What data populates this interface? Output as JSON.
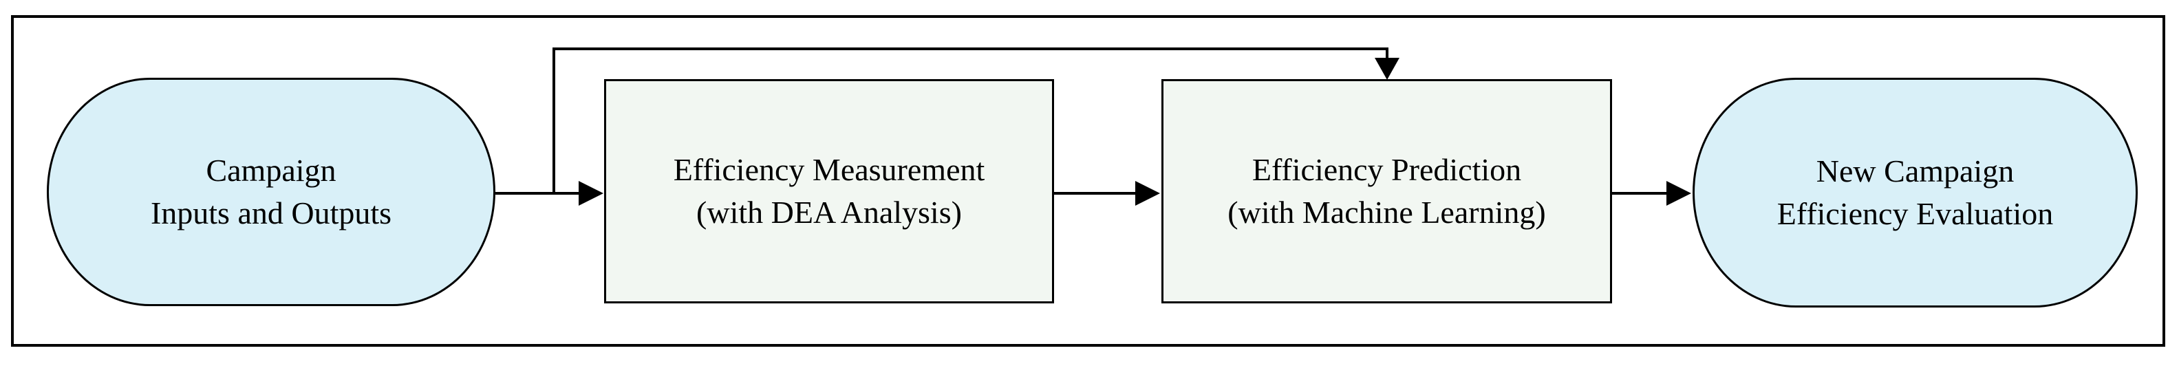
{
  "diagram": {
    "background_color": "#ffffff",
    "frame_border_color": "#000000",
    "connector_color": "#000000",
    "stadium_fill_color": "#d9f0f8",
    "process_fill_color": "#f2f7f2",
    "nodes": [
      {
        "id": "campaign-inputs-and-outputs",
        "shape": "stadium",
        "line1": "Campaign",
        "line2": "Inputs and Outputs"
      },
      {
        "id": "efficiency-measurement",
        "shape": "rectangle",
        "line1": "Efficiency Measurement",
        "line2": "(with DEA Analysis)"
      },
      {
        "id": "efficiency-prediction",
        "shape": "rectangle",
        "line1": "Efficiency Prediction",
        "line2": "(with Machine Learning)"
      },
      {
        "id": "new-campaign-efficiency-evaluation",
        "shape": "stadium",
        "line1": "New Campaign",
        "line2": "Efficiency Evaluation"
      }
    ],
    "connectors": [
      {
        "id": "inputs-to-measurement",
        "from": "campaign-inputs-and-outputs",
        "to": "efficiency-measurement",
        "style": "straight-arrow"
      },
      {
        "id": "measurement-to-prediction",
        "from": "efficiency-measurement",
        "to": "efficiency-prediction",
        "style": "straight-arrow"
      },
      {
        "id": "prediction-to-evaluation",
        "from": "efficiency-prediction",
        "to": "new-campaign-efficiency-evaluation",
        "style": "straight-arrow"
      },
      {
        "id": "inputs-to-prediction-bypass",
        "from": "campaign-inputs-and-outputs",
        "to": "efficiency-prediction",
        "style": "elbow-arrow-over-top"
      }
    ]
  }
}
